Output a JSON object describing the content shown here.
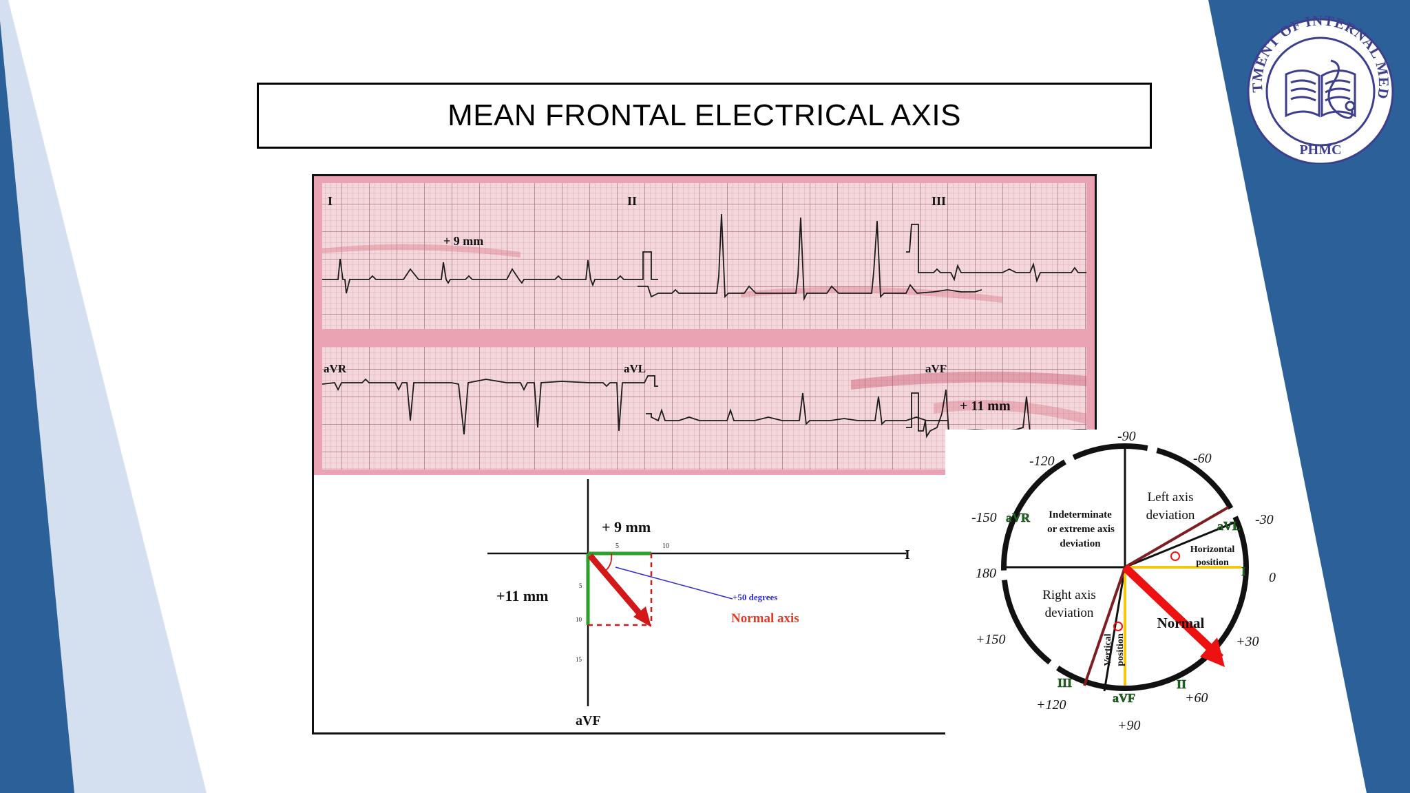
{
  "slide": {
    "title": "MEAN FRONTAL ELECTRICAL AXIS",
    "colors": {
      "brand_blue": "#2b6099",
      "light_blue": "#d4e0ef",
      "ecg_pink": "#e9a3b3",
      "axis_red": "#ee1111",
      "lead_green": "#1f6b1f",
      "lead_yellow": "#f2c814",
      "lead_maroon": "#7d1f22"
    }
  },
  "logo": {
    "top_text": "DEPARTMENT OF INTERNAL MEDICINE",
    "bottom_text": "PHMC",
    "icon": "book-stethoscope-icon"
  },
  "ecg": {
    "leads_top": [
      "I",
      "II",
      "III"
    ],
    "leads_bottom": [
      "aVR",
      "aVL",
      "aVF"
    ],
    "annotation_lead_I": "+ 9 mm",
    "annotation_lead_aVF": "+ 11 mm"
  },
  "vector_plot": {
    "x_axis_label": "I",
    "y_axis_label": "aVF",
    "x_component": "+ 9 mm",
    "y_component": "+11 mm",
    "x_ticks": [
      "5",
      "10"
    ],
    "y_ticks": [
      "5",
      "10",
      "15"
    ],
    "angle_label": "+50 degrees",
    "result_label": "Normal axis"
  },
  "hexaxial": {
    "degrees": {
      "m90": "-90",
      "m60": "-60",
      "m30": "-30",
      "z0": "0",
      "p30": "+30",
      "p60": "+60",
      "p90": "+90",
      "p120": "+120",
      "p150": "+150",
      "d180": "180",
      "m150": "-150",
      "m120": "-120"
    },
    "leads": {
      "aVR": "aVR",
      "aVL": "aVL",
      "I": "I",
      "II": "II",
      "aVF": "aVF",
      "III": "III"
    },
    "zones": {
      "indeterminate_1": "Indeterminate",
      "indeterminate_2": "or extreme  axis",
      "indeterminate_3": "deviation",
      "left_1": "Left axis",
      "left_2": "deviation",
      "right_1": "Right  axis",
      "right_2": "deviation",
      "normal": "Normal",
      "horizontal_1": "Horizontal",
      "horizontal_2": "position",
      "vertical_1": "Vertical",
      "vertical_2": "position"
    }
  }
}
